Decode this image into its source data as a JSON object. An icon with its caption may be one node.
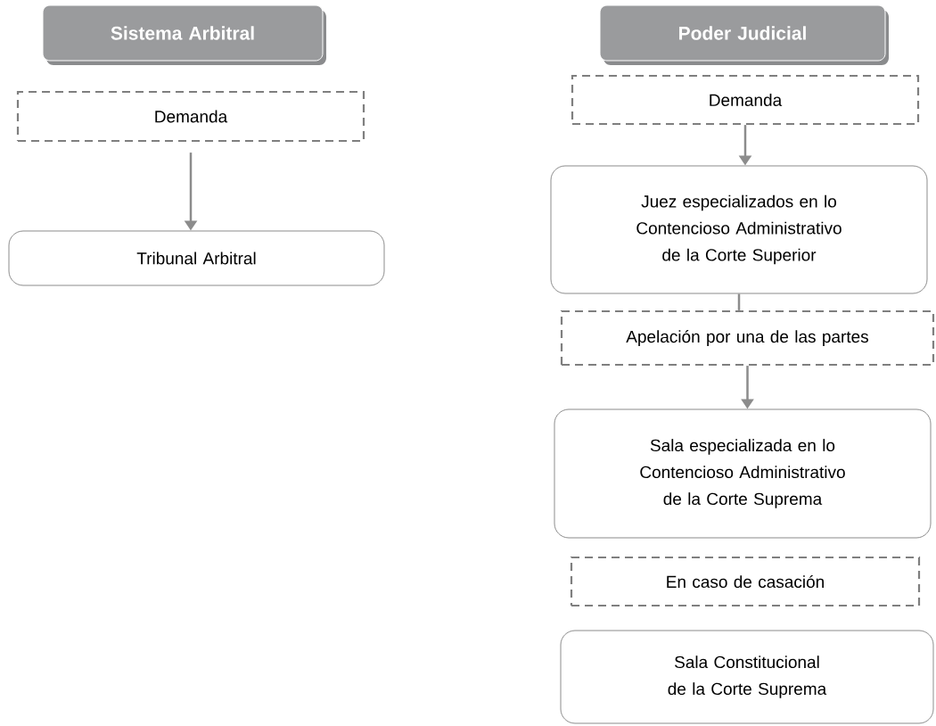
{
  "diagram": {
    "nodes": [
      {
        "text": [
          "Sistema Arbitral"
        ]
      },
      {
        "text": [
          "Demanda"
        ]
      },
      {
        "text": [
          "Tribunal Arbitral"
        ]
      },
      {
        "text": [
          "Poder Judicial"
        ]
      },
      {
        "text": [
          "Demanda"
        ]
      },
      {
        "text": [
          "Juez especializados en lo Contencioso Administrativo de la Corte Superior"
        ]
      },
      {
        "text": [
          "Apelación por una de las partes"
        ]
      },
      {
        "text": [
          "Sala especializada en lo Contencioso Administrativo de la Corte Suprema"
        ]
      },
      {
        "text": [
          "En caso de casación"
        ]
      },
      {
        "text": [
          "Sala Constitucional de la Corte Suprema"
        ]
      }
    ],
    "edges": [
      {
        "from": 1,
        "to": 2,
        "arrow": "to"
      },
      {
        "from": 4,
        "to": 5,
        "arrow": "to"
      },
      {
        "from": 5,
        "to": 6,
        "arrow": "none"
      },
      {
        "from": 6,
        "to": 7,
        "arrow": "to"
      }
    ]
  }
}
